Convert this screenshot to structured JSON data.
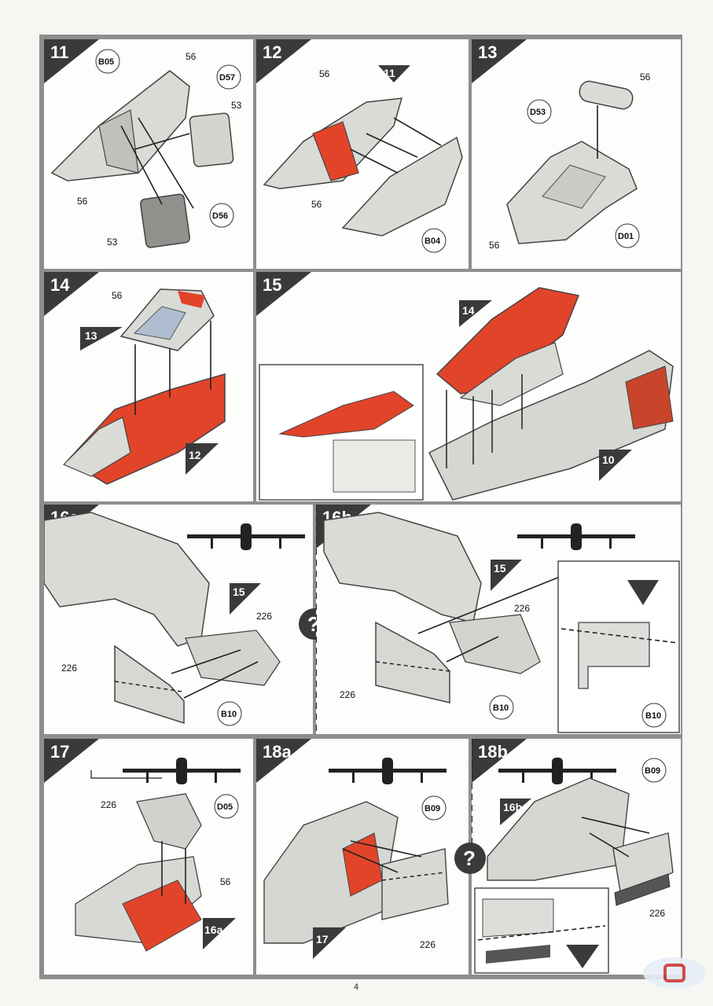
{
  "page": {
    "number": "4"
  },
  "steps": {
    "s11": {
      "num": "11",
      "labels": {
        "p56a": "56",
        "p56b": "56",
        "p53a": "53",
        "p53b": "53",
        "b05": "B05",
        "d57": "D57",
        "d56": "D56"
      }
    },
    "s12": {
      "num": "12",
      "ref": "11",
      "labels": {
        "p56a": "56",
        "p56b": "56",
        "b04": "B04"
      }
    },
    "s13": {
      "num": "13",
      "labels": {
        "p56a": "56",
        "p56b": "56",
        "d53": "D53",
        "d01": "D01"
      }
    },
    "s14": {
      "num": "14",
      "ref13": "13",
      "ref12": "12",
      "labels": {
        "p56": "56"
      }
    },
    "s15": {
      "num": "15",
      "ref14": "14",
      "ref10": "10"
    },
    "s16a": {
      "num": "16a",
      "ref": "15",
      "labels": {
        "p226a": "226",
        "p226b": "226",
        "b10": "B10"
      }
    },
    "s16b": {
      "num": "16b",
      "ref": "15",
      "labels": {
        "p226a": "226",
        "p226b": "226",
        "b10a": "B10",
        "b10b": "B10"
      }
    },
    "s17": {
      "num": "17",
      "ref": "16a",
      "labels": {
        "p226": "226",
        "p56": "56",
        "d05": "D05"
      }
    },
    "s18a": {
      "num": "18a",
      "ref": "17",
      "labels": {
        "p226": "226",
        "b09": "B09"
      }
    },
    "s18b": {
      "num": "18b",
      "ref": "16b",
      "labels": {
        "p226": "226",
        "b09": "B09"
      }
    }
  },
  "colors": {
    "highlight": "#e2442a",
    "part": "#d9dbd6",
    "frame": "#8e8e8e",
    "badge": "#3a3a3a"
  },
  "icons": [
    "question-icon",
    "aircraft-silhouette-icon",
    "arrow",
    "cut-marker-icon"
  ]
}
